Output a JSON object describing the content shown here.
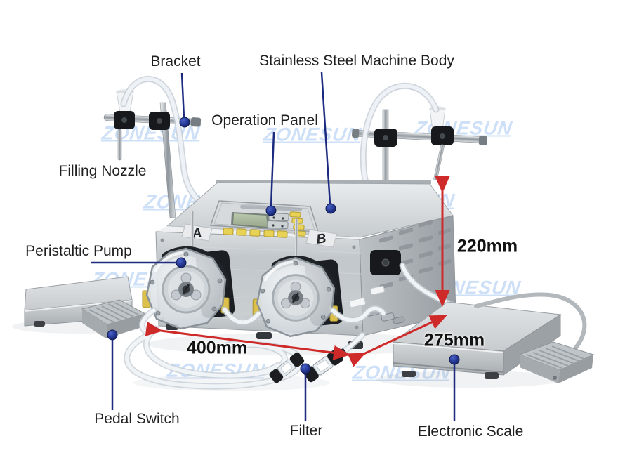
{
  "callouts": {
    "bracket": "Bracket",
    "machine_body": "Stainless Steel Machine Body",
    "operation_panel": "Operation Panel",
    "filling_nozzle": "Filling Nozzle",
    "peristaltic_pump": "Peristaltic Pump",
    "pedal_switch": "Pedal Switch",
    "filter": "Filter",
    "electronic_scale": "Electronic Scale"
  },
  "dimensions": {
    "width": "400mm",
    "height": "220mm",
    "depth": "275mm"
  },
  "machine": {
    "pump_a_label": "A",
    "pump_b_label": "B"
  },
  "watermark": {
    "text": "ZONESUN"
  },
  "colors": {
    "callout_line": "#1c2b80",
    "dimension_arrow": "#cf2a2a",
    "watermark": "#b0cdf2",
    "label_text": "#1f1f1f",
    "background": "#ffffff"
  }
}
